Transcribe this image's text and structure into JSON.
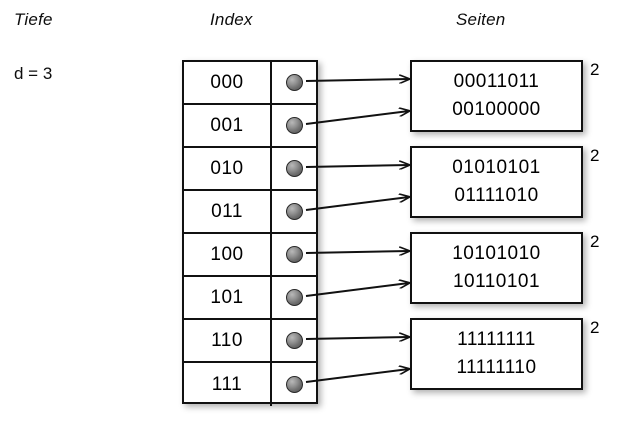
{
  "headings": {
    "depth": "Tiefe",
    "index": "Index",
    "pages": "Seiten"
  },
  "depth": {
    "label": "d = 3"
  },
  "index_entries": [
    {
      "key": "000",
      "pointer_icon": "pointer-dot",
      "target_page": 0
    },
    {
      "key": "001",
      "pointer_icon": "pointer-dot",
      "target_page": 0
    },
    {
      "key": "010",
      "pointer_icon": "pointer-dot",
      "target_page": 1
    },
    {
      "key": "011",
      "pointer_icon": "pointer-dot",
      "target_page": 1
    },
    {
      "key": "100",
      "pointer_icon": "pointer-dot",
      "target_page": 2
    },
    {
      "key": "101",
      "pointer_icon": "pointer-dot",
      "target_page": 2
    },
    {
      "key": "110",
      "pointer_icon": "pointer-dot",
      "target_page": 3
    },
    {
      "key": "111",
      "pointer_icon": "pointer-dot",
      "target_page": 3
    }
  ],
  "pages": [
    {
      "records": [
        "00011011",
        "00100000"
      ],
      "local_depth": "2"
    },
    {
      "records": [
        "01010101",
        "01111010"
      ],
      "local_depth": "2"
    },
    {
      "records": [
        "10101010",
        "10110101"
      ],
      "local_depth": "2"
    },
    {
      "records": [
        "11111111",
        "11111110"
      ],
      "local_depth": "2"
    }
  ],
  "colors": {
    "background": "#ffffff",
    "stroke": "#111111",
    "text": "#000000",
    "pointer_dot": "#8e8e8e"
  }
}
